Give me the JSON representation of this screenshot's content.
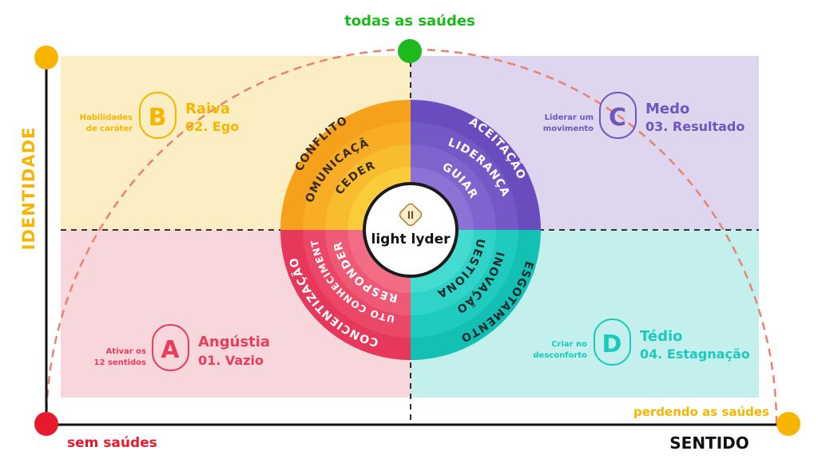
{
  "axes": {
    "top_label": "todas as saúdes",
    "y_label": "IDENTIDADE",
    "x_label": "SENTIDO",
    "origin_label": "sem saúdes",
    "bottom_right_label": "perdendo as saúdes"
  },
  "quadrants": {
    "b": {
      "letter": "B",
      "emotion": "Raiva",
      "stage": "02. Ego",
      "side_note": [
        "Habilidades",
        "de caráter"
      ],
      "fill": "#fbeec3",
      "accent": "#f7b500"
    },
    "c": {
      "letter": "C",
      "emotion": "Medo",
      "stage": "03. Resultado",
      "side_note": [
        "Liderar um",
        "movimento"
      ],
      "fill": "#ddd6ee",
      "accent": "#6f55bf"
    },
    "a": {
      "letter": "A",
      "emotion": "Angústia",
      "stage": "01. Vazio",
      "side_note": [
        "Ativar os",
        "12 sentidos"
      ],
      "fill": "#f7d6dc",
      "accent": "#e83e5c"
    },
    "d": {
      "letter": "D",
      "emotion": "Tédio",
      "stage": "04. Estagnação",
      "side_note": [
        "Criar no",
        "desconforto"
      ],
      "fill": "#c3f0ec",
      "accent": "#1cc9bc"
    }
  },
  "circle": {
    "center_label": "light lyder",
    "logo_glyph": "ll",
    "yellow_rings": [
      "CONFLITO",
      "COMUNICAÇÃO",
      "CEDER"
    ],
    "purple_rings": [
      "ACEITAÇÃO",
      "LIDERANÇA",
      "GUIAR"
    ],
    "pink_rings": [
      "CONCIENTIZAÇÃO",
      "AUTO CONHECIMENTO",
      "RESPONDER"
    ],
    "teal_rings": [
      "ESGOTAMENTO",
      "INOVAÇÃO",
      "QUESTIONAR"
    ]
  },
  "colors": {
    "yellow": "#f7b500",
    "green": "#1db91d",
    "red": "#e8192c",
    "arc": "#e9826f",
    "top_label": "#1db91d",
    "origin_label": "#e8192c"
  }
}
